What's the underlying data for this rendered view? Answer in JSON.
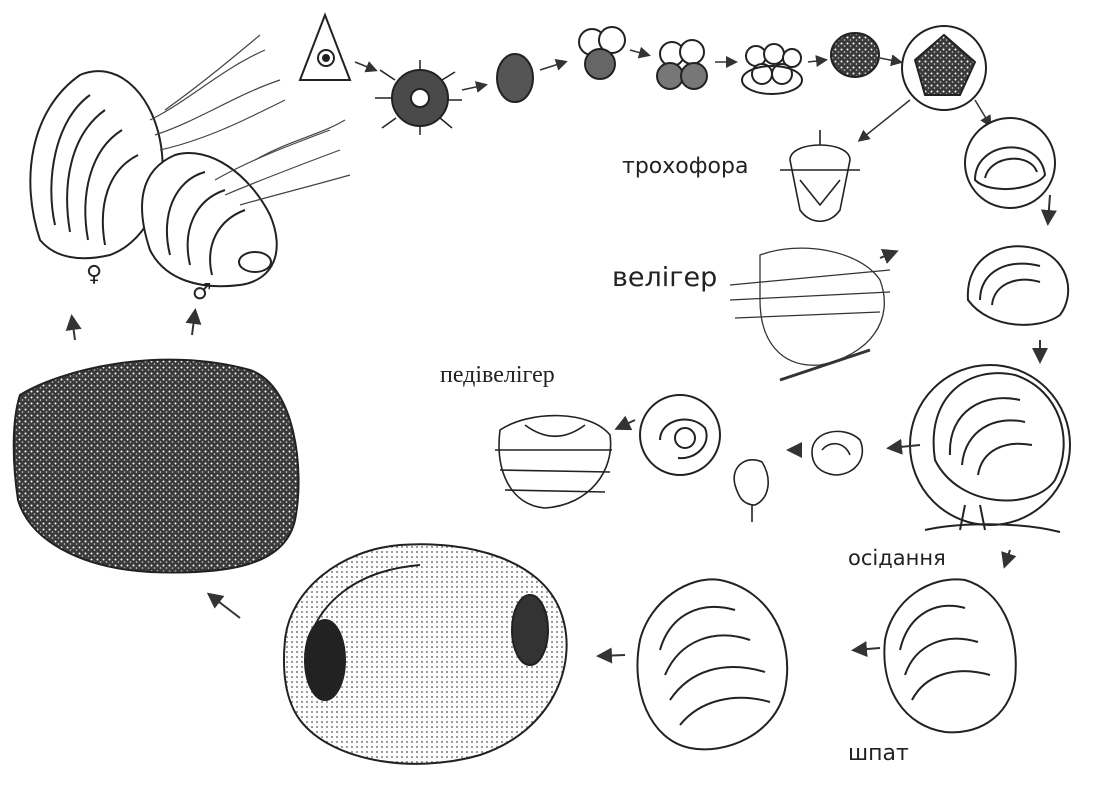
{
  "labels": {
    "trochophore": "трохофора",
    "veliger": "велігер",
    "pediveliger": "педівелігер",
    "settlement": "осідання",
    "spat": "шпат"
  },
  "symbols": {
    "female": "♀",
    "male": "♂"
  },
  "colors": {
    "ink": "#222222",
    "background": "#ffffff"
  },
  "icons": [
    "oyster-shell-icon",
    "egg-icon",
    "circle-inset-icon",
    "arrow-icon"
  ]
}
